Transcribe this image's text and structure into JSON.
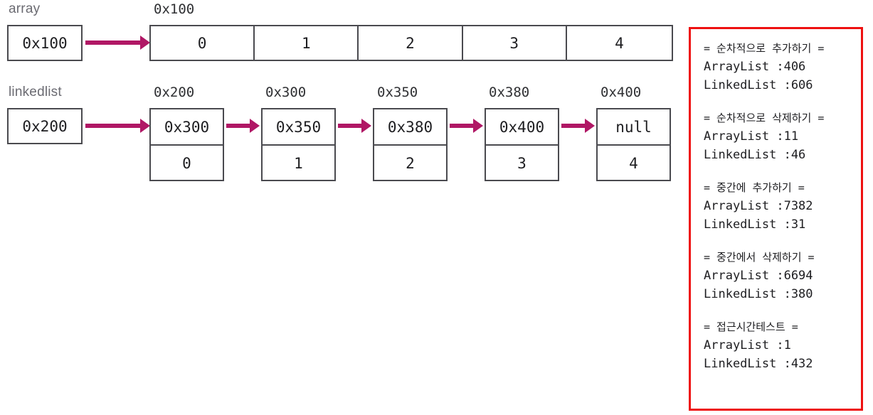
{
  "diagram": {
    "array_section": {
      "variable_label": "array",
      "variable_value": "0x100",
      "base_address_label": "0x100",
      "cells": [
        "0",
        "1",
        "2",
        "3",
        "4"
      ]
    },
    "linkedlist_section": {
      "variable_label": "linkedlist",
      "variable_value": "0x200",
      "nodes": [
        {
          "address_label": "0x200",
          "next": "0x300",
          "value": "0"
        },
        {
          "address_label": "0x300",
          "next": "0x350",
          "value": "1"
        },
        {
          "address_label": "0x350",
          "next": "0x380",
          "value": "2"
        },
        {
          "address_label": "0x380",
          "next": "0x400",
          "value": "3"
        },
        {
          "address_label": "0x400",
          "next": "null",
          "value": "4"
        }
      ]
    },
    "colors": {
      "arrow": "#b01765",
      "box_border": "#4a4a4f",
      "panel_border": "#ee1111",
      "label_text": "#6b6b72",
      "body_text": "#1d1d20",
      "background": "#ffffff"
    }
  },
  "console": {
    "blocks": [
      {
        "heading": "=  순차적으로  추가하기  =",
        "lines": [
          "ArrayList :406",
          "LinkedList :606"
        ]
      },
      {
        "heading": "=  순차적으로  삭제하기  =",
        "lines": [
          "ArrayList :11",
          "LinkedList :46"
        ]
      },
      {
        "heading": "=  중간에  추가하기  =",
        "lines": [
          "ArrayList :7382",
          "LinkedList :31"
        ]
      },
      {
        "heading": "=  중간에서  삭제하기  =",
        "lines": [
          "ArrayList :6694",
          "LinkedList :380"
        ]
      },
      {
        "heading": "=  접근시간테스트  =",
        "lines": [
          "ArrayList :1",
          "LinkedList :432"
        ]
      }
    ]
  }
}
